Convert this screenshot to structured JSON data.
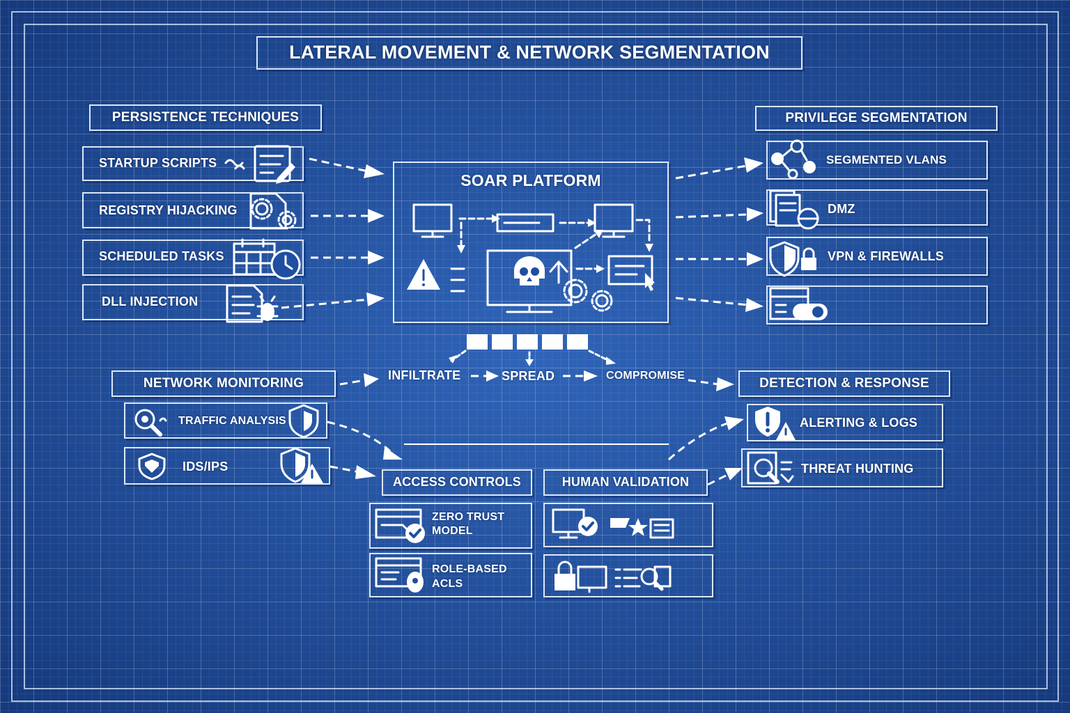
{
  "title": "LATERAL MOVEMENT & NETWORK SEGMENTATION",
  "persistence": {
    "header": "PERSISTENCE TECHNIQUES",
    "items": [
      "STARTUP SCRIPTS",
      "REGISTRY HIJACKING",
      "SCHEDULED TASKS",
      "DLL INJECTION"
    ]
  },
  "soar": {
    "title": "SOAR PLATFORM"
  },
  "privilege": {
    "header": "PRIVILEGE SEGMENTATION",
    "items": [
      "SEGMENTED VLANS",
      "DMZ",
      "VPN & FIREWALLS",
      ""
    ]
  },
  "flow": {
    "steps": [
      "INFILTRATE",
      "SPREAD",
      "COMPROMISE"
    ]
  },
  "monitoring": {
    "header": "NETWORK MONITORING",
    "items": [
      "TRAFFIC ANALYSIS",
      "IDS/IPS"
    ]
  },
  "detection": {
    "header": "DETECTION & RESPONSE",
    "items": [
      "ALERTING & LOGS",
      "THREAT HUNTING"
    ]
  },
  "access": {
    "header": "ACCESS CONTROLS",
    "items": [
      {
        "line1": "ZERO TRUST",
        "line2": "MODEL"
      },
      {
        "line1": "ROLE-BASED",
        "line2": "ACLS"
      }
    ]
  },
  "human": {
    "header": "HUMAN VALIDATION"
  },
  "icons": {
    "startup": "script-edit-icon",
    "registry": "gear-document-icon",
    "scheduled": "calendar-clock-icon",
    "dll": "document-bug-icon",
    "vlans": "network-nodes-icon",
    "dmz": "server-document-icon",
    "vpn": "shield-lock-icon",
    "browser": "browser-toggle-icon",
    "traffic": "magnifier-icon",
    "ids": "shield-alert-icon",
    "alerting": "warning-icon",
    "hunting": "search-screen-icon",
    "zerotrust": "check-window-icon",
    "acl": "lock-window-icon",
    "human1": "monitor-check-icon",
    "human2": "lock-search-icon",
    "skull": "skull-icon"
  },
  "colors": {
    "background": "#1e4fa0",
    "line": "#ffffff"
  }
}
